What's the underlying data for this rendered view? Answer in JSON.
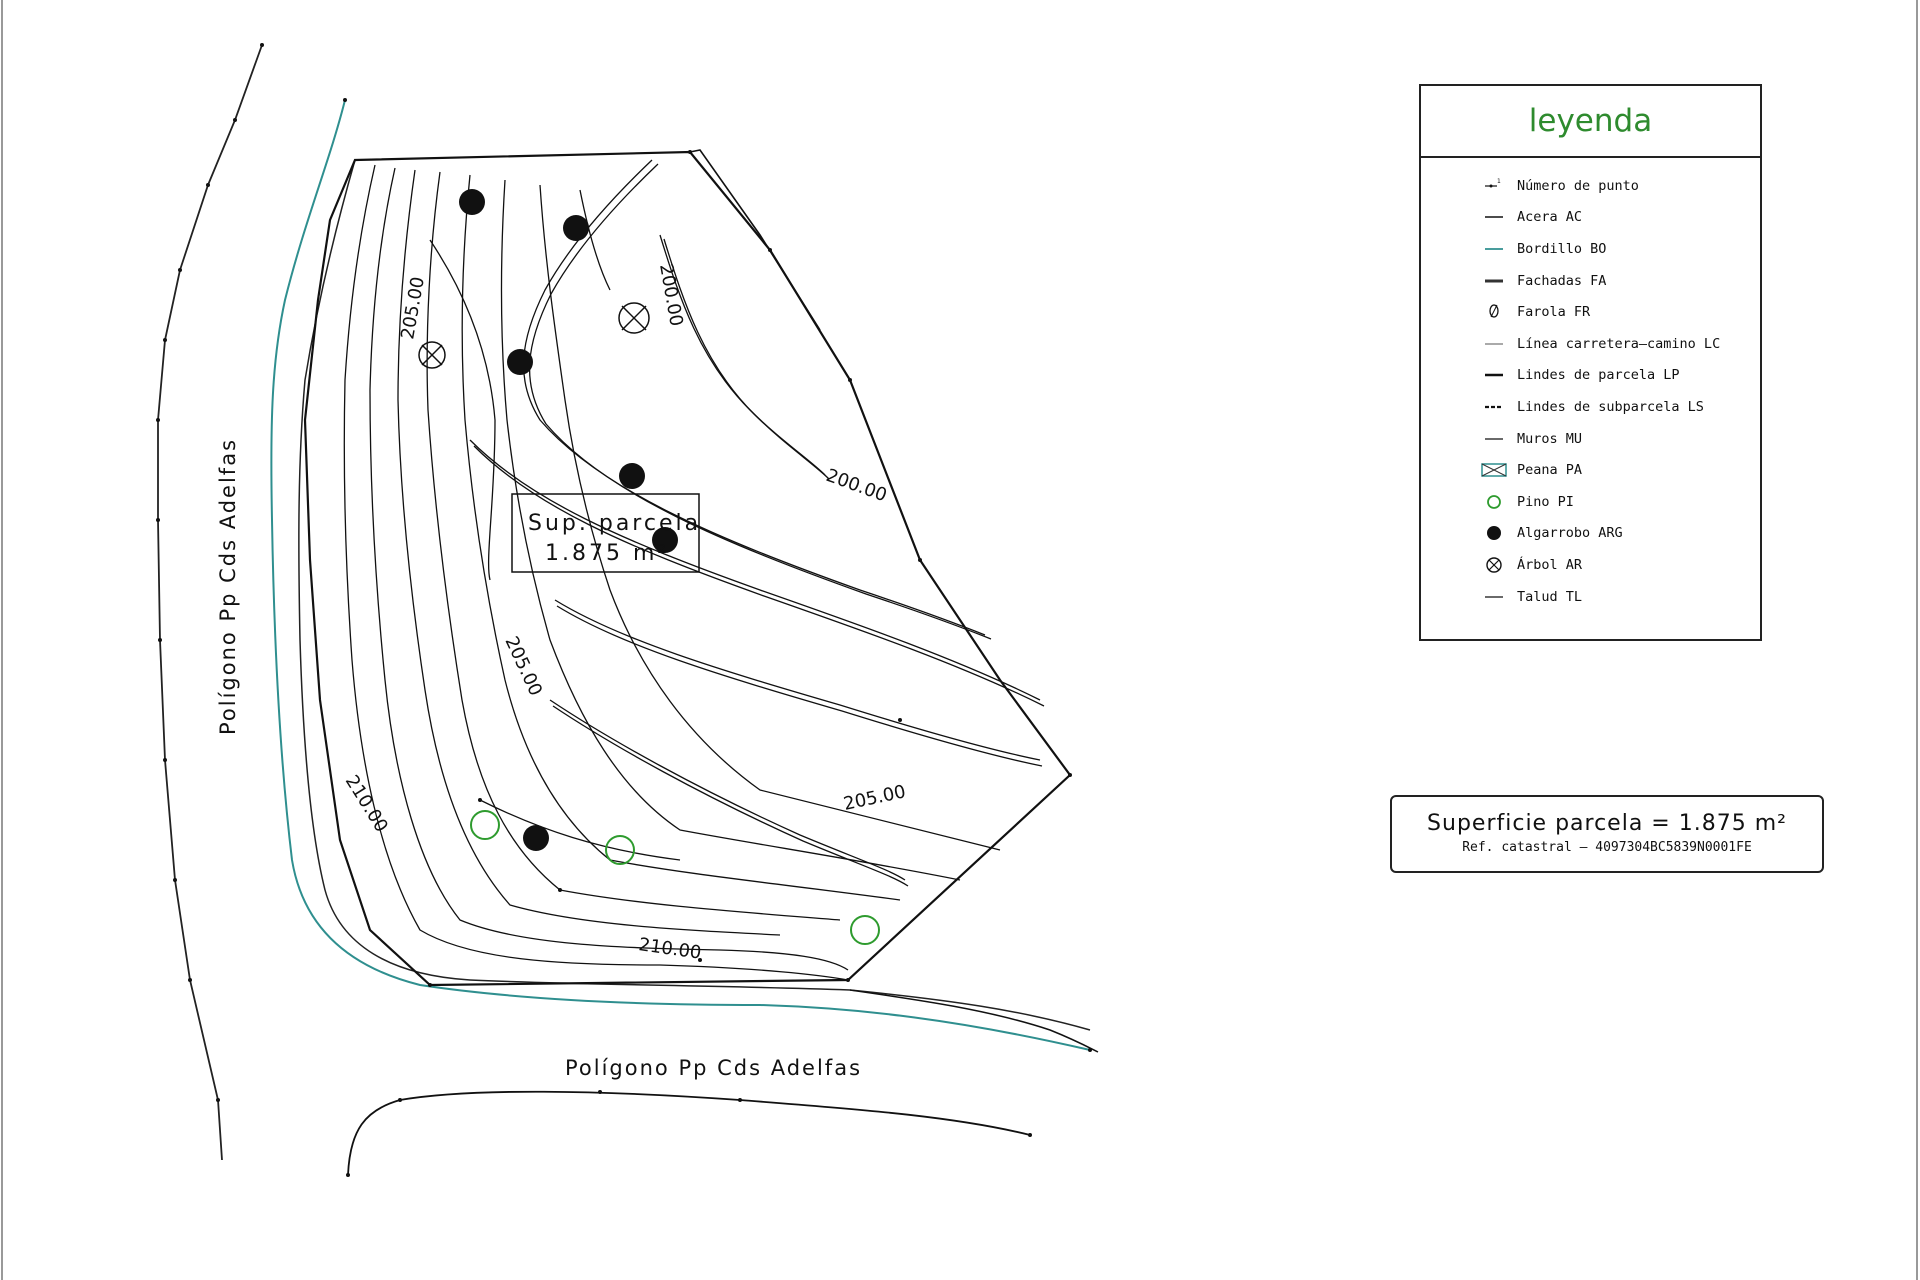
{
  "labels": {
    "poligono_left": "Polígono Pp Cds Adelfas",
    "poligono_bottom": "Polígono Pp Cds Adelfas",
    "parcel_box_line1": "Sup. parcela",
    "parcel_box_line2": "1.875 m²"
  },
  "contours": [
    {
      "id": "c205-top",
      "text": "205.00"
    },
    {
      "id": "c200-top",
      "text": "200.00"
    },
    {
      "id": "c200-right",
      "text": "200.00"
    },
    {
      "id": "c205-mid",
      "text": "205.00"
    },
    {
      "id": "c205-right",
      "text": "205.00"
    },
    {
      "id": "c210-left",
      "text": "210.00"
    },
    {
      "id": "c210-bottom",
      "text": "210.00"
    }
  ],
  "legend": {
    "title": "leyenda",
    "items": [
      {
        "label": "Número de punto",
        "icon": "point-number-icon"
      },
      {
        "label": "Acera AC",
        "icon": "line-thin-icon"
      },
      {
        "label": "Bordillo BO",
        "icon": "line-teal-icon"
      },
      {
        "label": "Fachadas FA",
        "icon": "line-double-icon"
      },
      {
        "label": "Farola FR",
        "icon": "streetlight-icon"
      },
      {
        "label": "Línea carretera–camino LC",
        "icon": "line-road-icon"
      },
      {
        "label": "Lindes de parcela LP",
        "icon": "line-bold-icon"
      },
      {
        "label": "Lindes de subparcela LS",
        "icon": "line-dashed-icon"
      },
      {
        "label": "Muros MU",
        "icon": "line-wall-icon"
      },
      {
        "label": "Peana PA",
        "icon": "pedestal-icon"
      },
      {
        "label": "Pino PI",
        "icon": "pine-icon"
      },
      {
        "label": "Algarrobo ARG",
        "icon": "carob-tree-icon"
      },
      {
        "label": "Árbol AR",
        "icon": "tree-icon"
      },
      {
        "label": "Talud TL",
        "icon": "slope-icon"
      }
    ]
  },
  "summary": {
    "surface": "Superficie parcela = 1.875 m²",
    "reference": "Ref. catastral – 4097304BC5839N0001FE"
  },
  "colors": {
    "curb": "#2f8f8f",
    "pine": "#2e9b2e",
    "legend_title": "#2e8b2e",
    "ink": "#111111"
  }
}
